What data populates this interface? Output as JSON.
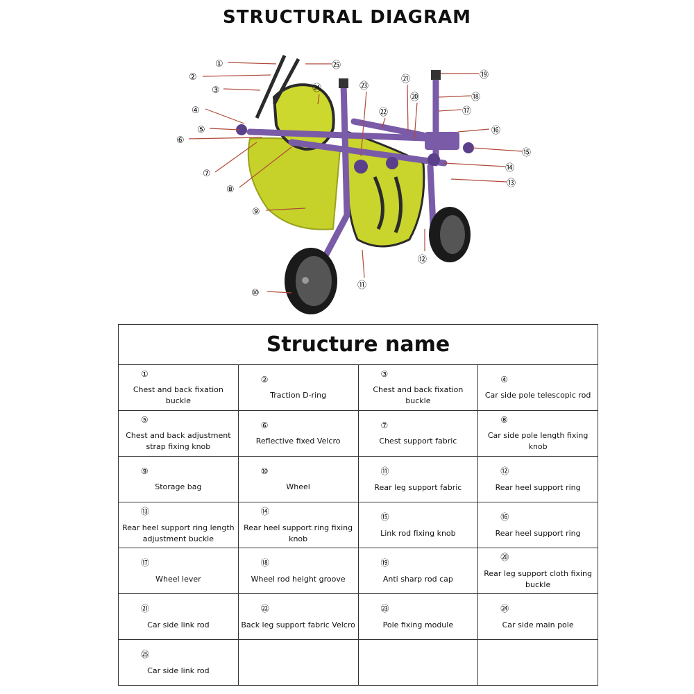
{
  "title": "STRUCTURAL DIAGRAM",
  "table_heading": "Structure name",
  "callouts": [
    "①",
    "②",
    "③",
    "④",
    "⑤",
    "⑥",
    "⑦",
    "⑧",
    "⑨",
    "⑩",
    "⑪",
    "⑫",
    "⑬",
    "⑭",
    "⑮",
    "⑯",
    "⑰",
    "⑱",
    "⑲",
    "⑳",
    "㉑",
    "㉒",
    "㉓",
    "㉔",
    "㉕"
  ],
  "parts": [
    {
      "num": "①",
      "name": "Chest and back fixation buckle"
    },
    {
      "num": "②",
      "name": "Traction D-ring"
    },
    {
      "num": "③",
      "name": "Chest and back fixation buckle"
    },
    {
      "num": "④",
      "name": "Car side pole telescopic rod"
    },
    {
      "num": "⑤",
      "name": "Chest and back adjustment strap fixing knob"
    },
    {
      "num": "⑥",
      "name": "Reflective fixed Velcro"
    },
    {
      "num": "⑦",
      "name": "Chest support fabric"
    },
    {
      "num": "⑧",
      "name": "Car side pole length fixing knob"
    },
    {
      "num": "⑨",
      "name": "Storage bag"
    },
    {
      "num": "⑩",
      "name": "Wheel"
    },
    {
      "num": "⑪",
      "name": "Rear leg support fabric"
    },
    {
      "num": "⑫",
      "name": "Rear heel support ring"
    },
    {
      "num": "⑬",
      "name": "Rear heel support ring length adjustment buckle"
    },
    {
      "num": "⑭",
      "name": "Rear heel support ring fixing knob"
    },
    {
      "num": "⑮",
      "name": "Link rod fixing knob"
    },
    {
      "num": "⑯",
      "name": "Rear heel support ring"
    },
    {
      "num": "⑰",
      "name": "Wheel lever"
    },
    {
      "num": "⑱",
      "name": "Wheel rod height groove"
    },
    {
      "num": "⑲",
      "name": "Anti sharp rod cap"
    },
    {
      "num": "⑳",
      "name": "Rear leg support cloth fixing buckle"
    },
    {
      "num": "㉑",
      "name": "Car side link rod"
    },
    {
      "num": "㉒",
      "name": "Back leg support fabric Velcro"
    },
    {
      "num": "㉓",
      "name": "Pole fixing module"
    },
    {
      "num": "㉔",
      "name": "Car side main pole"
    },
    {
      "num": "㉕",
      "name": "Car side link rod"
    }
  ],
  "colors": {
    "frame": "#7a5ba8",
    "fabric": "#c9d42c",
    "strap": "#2b2b2b",
    "wheel": "#1a1a1a"
  }
}
